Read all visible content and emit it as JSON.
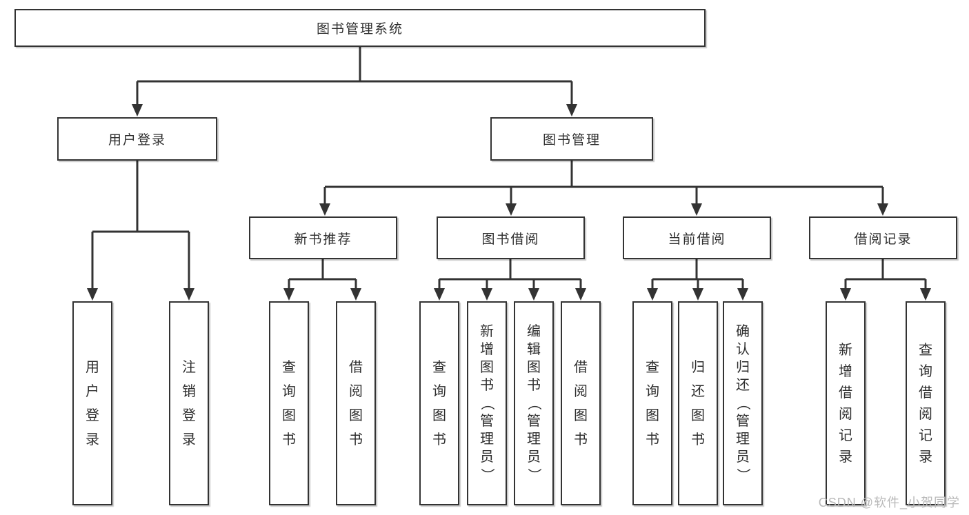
{
  "diagram": {
    "title": "图书管理系统",
    "root": {
      "label": "图书管理系统"
    },
    "level2": {
      "user_login": {
        "label": "用户登录"
      },
      "book_mgmt": {
        "label": "图书管理"
      }
    },
    "level3": {
      "new_book_rec": {
        "label": "新书推荐"
      },
      "book_borrow": {
        "label": "图书借阅"
      },
      "current_borrow": {
        "label": "当前借阅"
      },
      "borrow_records": {
        "label": "借阅记录"
      }
    },
    "leaves": {
      "user_login": [
        "用户登录",
        "注销登录"
      ],
      "new_book_rec": [
        "查询图书",
        "借阅图书"
      ],
      "book_borrow": [
        "查询图书",
        "新增图书（管理员）",
        "编辑图书（管理员）",
        "借阅图书"
      ],
      "current_borrow": [
        "查询图书",
        "归还图书",
        "确认归还（管理员）"
      ],
      "borrow_records": [
        "新增借阅记录",
        "查询借阅记录"
      ]
    }
  },
  "watermark": {
    "text": "CSDN @软件_小贺同学"
  },
  "colors": {
    "line": "#333333",
    "text": "#2e2e2e",
    "watermark": "#b9b9b9",
    "background": "#ffffff"
  }
}
